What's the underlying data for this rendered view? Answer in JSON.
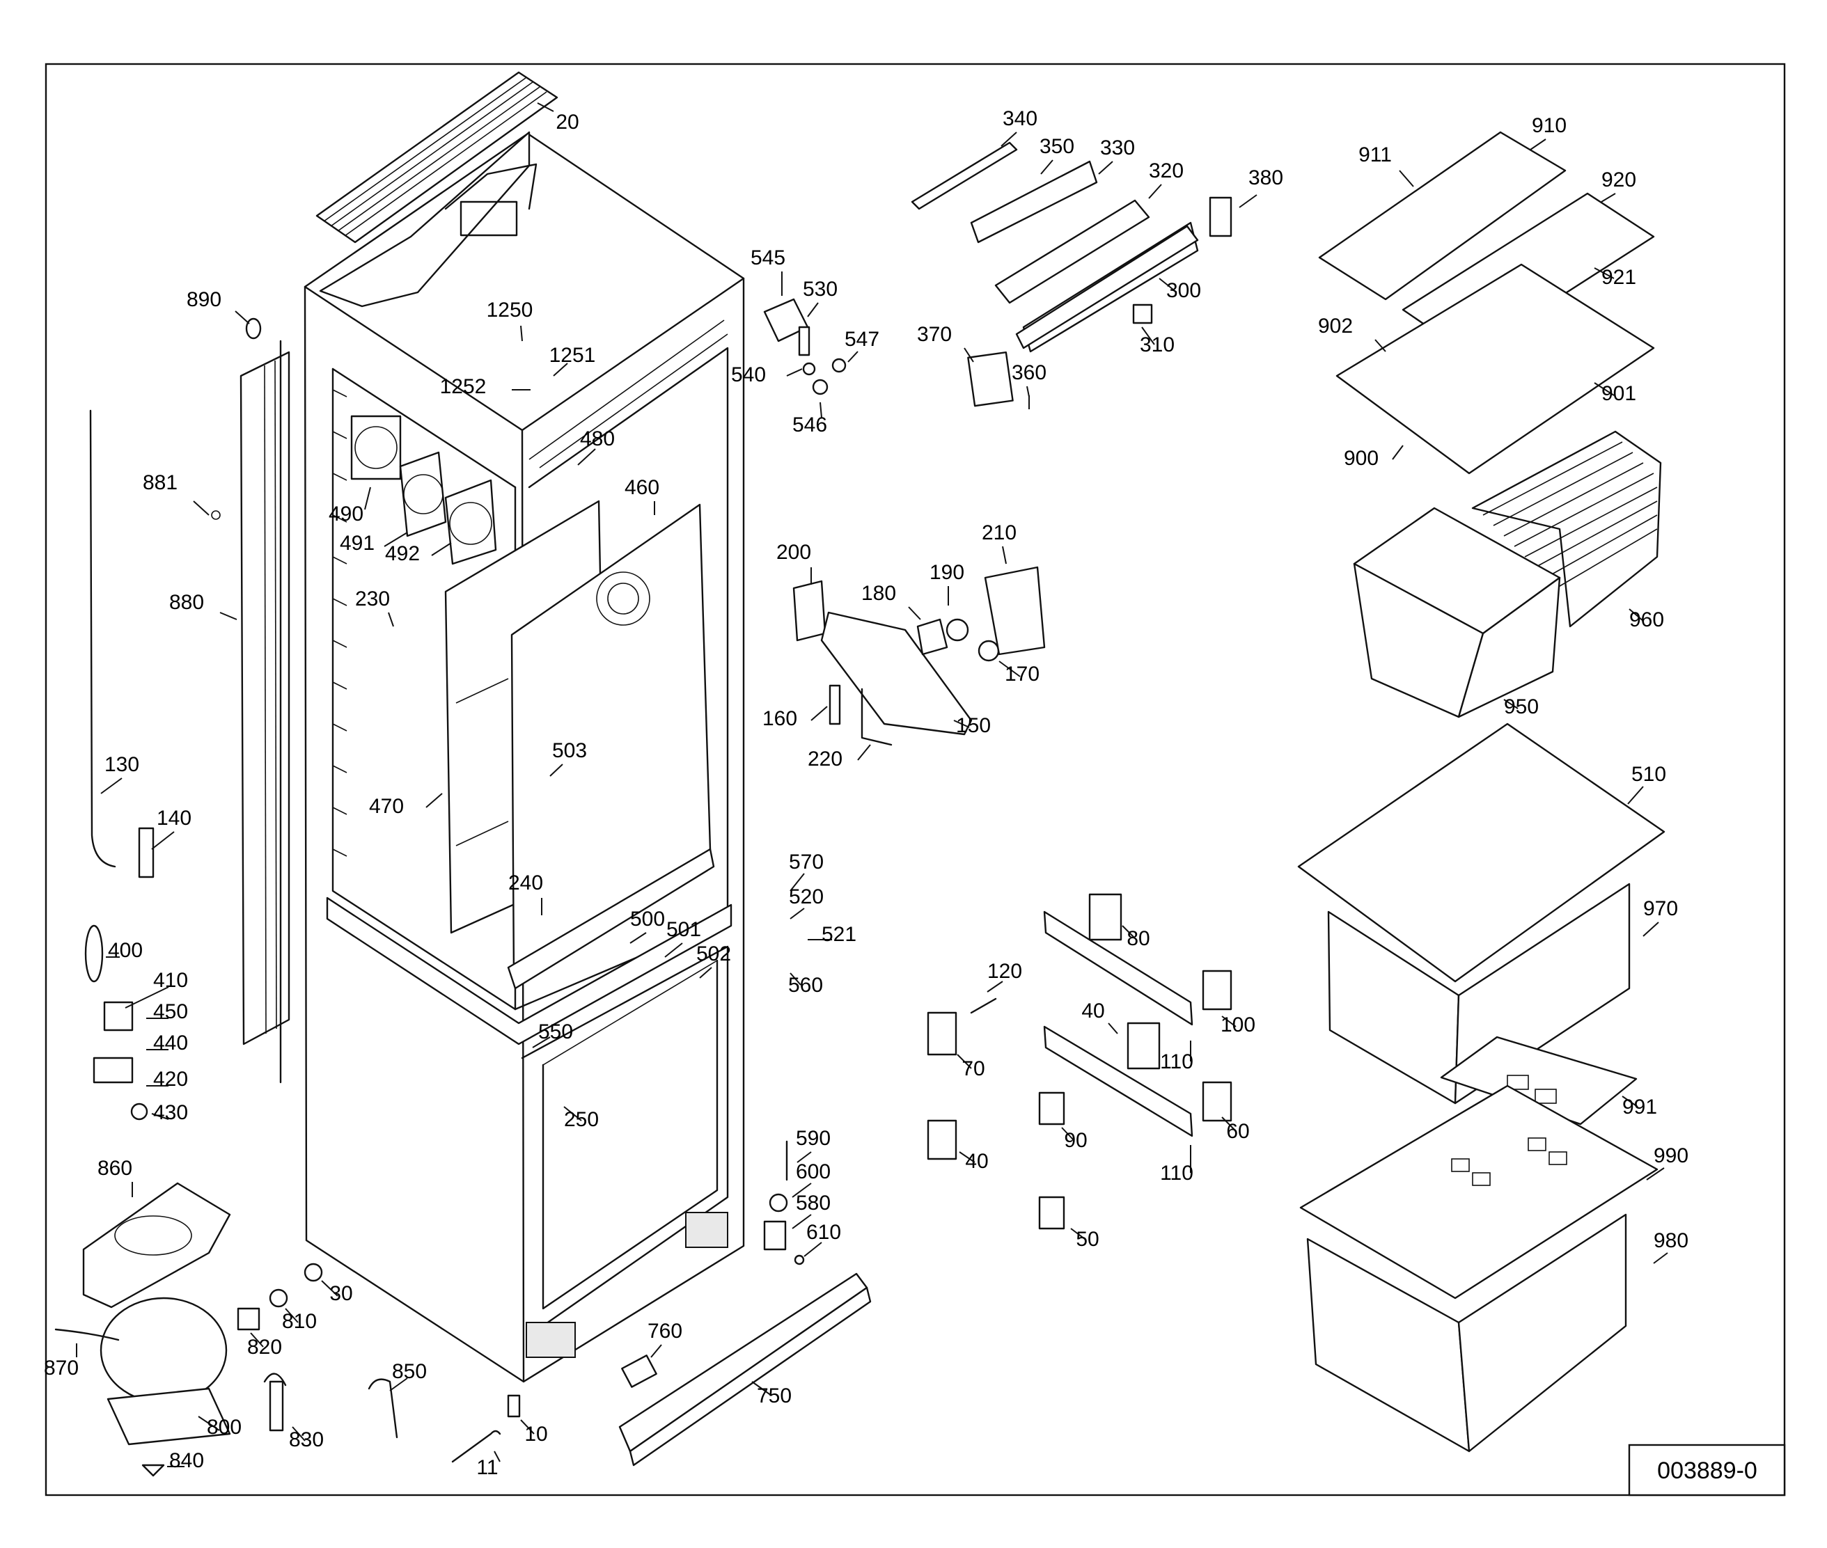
{
  "drawing_number": "003889-0",
  "callouts": [
    {
      "id": "20",
      "text": "20"
    },
    {
      "id": "1250",
      "text": "1250"
    },
    {
      "id": "1251",
      "text": "1251"
    },
    {
      "id": "1252",
      "text": "1252"
    },
    {
      "id": "890",
      "text": "890"
    },
    {
      "id": "881",
      "text": "881"
    },
    {
      "id": "880",
      "text": "880"
    },
    {
      "id": "130",
      "text": "130"
    },
    {
      "id": "140",
      "text": "140"
    },
    {
      "id": "400",
      "text": "400"
    },
    {
      "id": "410",
      "text": "410"
    },
    {
      "id": "450",
      "text": "450"
    },
    {
      "id": "440",
      "text": "440"
    },
    {
      "id": "420",
      "text": "420"
    },
    {
      "id": "430",
      "text": "430"
    },
    {
      "id": "860",
      "text": "860"
    },
    {
      "id": "870",
      "text": "870"
    },
    {
      "id": "800",
      "text": "800"
    },
    {
      "id": "840",
      "text": "840"
    },
    {
      "id": "830",
      "text": "830"
    },
    {
      "id": "820",
      "text": "820"
    },
    {
      "id": "810",
      "text": "810"
    },
    {
      "id": "30",
      "text": "30"
    },
    {
      "id": "850",
      "text": "850"
    },
    {
      "id": "10",
      "text": "10"
    },
    {
      "id": "11",
      "text": "11"
    },
    {
      "id": "490",
      "text": "490"
    },
    {
      "id": "491",
      "text": "491"
    },
    {
      "id": "492",
      "text": "492"
    },
    {
      "id": "480",
      "text": "480"
    },
    {
      "id": "460",
      "text": "460"
    },
    {
      "id": "230",
      "text": "230"
    },
    {
      "id": "470",
      "text": "470"
    },
    {
      "id": "503",
      "text": "503"
    },
    {
      "id": "240",
      "text": "240"
    },
    {
      "id": "500",
      "text": "500"
    },
    {
      "id": "501",
      "text": "501"
    },
    {
      "id": "502",
      "text": "502"
    },
    {
      "id": "550",
      "text": "550"
    },
    {
      "id": "250",
      "text": "250"
    },
    {
      "id": "545",
      "text": "545"
    },
    {
      "id": "530",
      "text": "530"
    },
    {
      "id": "547",
      "text": "547"
    },
    {
      "id": "540",
      "text": "540"
    },
    {
      "id": "546",
      "text": "546"
    },
    {
      "id": "570",
      "text": "570"
    },
    {
      "id": "520",
      "text": "520"
    },
    {
      "id": "521",
      "text": "521"
    },
    {
      "id": "560",
      "text": "560"
    },
    {
      "id": "590",
      "text": "590"
    },
    {
      "id": "600",
      "text": "600"
    },
    {
      "id": "580",
      "text": "580"
    },
    {
      "id": "610",
      "text": "610"
    },
    {
      "id": "760",
      "text": "760"
    },
    {
      "id": "750",
      "text": "750"
    },
    {
      "id": "340",
      "text": "340"
    },
    {
      "id": "350",
      "text": "350"
    },
    {
      "id": "330",
      "text": "330"
    },
    {
      "id": "320",
      "text": "320"
    },
    {
      "id": "380",
      "text": "380"
    },
    {
      "id": "300",
      "text": "300"
    },
    {
      "id": "310",
      "text": "310"
    },
    {
      "id": "370",
      "text": "370"
    },
    {
      "id": "360",
      "text": "360"
    },
    {
      "id": "200",
      "text": "200"
    },
    {
      "id": "210",
      "text": "210"
    },
    {
      "id": "190",
      "text": "190"
    },
    {
      "id": "180",
      "text": "180"
    },
    {
      "id": "170",
      "text": "170"
    },
    {
      "id": "160",
      "text": "160"
    },
    {
      "id": "150",
      "text": "150"
    },
    {
      "id": "220",
      "text": "220"
    },
    {
      "id": "80",
      "text": "80"
    },
    {
      "id": "120",
      "text": "120"
    },
    {
      "id": "100",
      "text": "100"
    },
    {
      "id": "40a",
      "text": "40"
    },
    {
      "id": "70",
      "text": "70"
    },
    {
      "id": "110a",
      "text": "110"
    },
    {
      "id": "90",
      "text": "90"
    },
    {
      "id": "60",
      "text": "60"
    },
    {
      "id": "40b",
      "text": "40"
    },
    {
      "id": "110b",
      "text": "110"
    },
    {
      "id": "50",
      "text": "50"
    },
    {
      "id": "911",
      "text": "911"
    },
    {
      "id": "910",
      "text": "910"
    },
    {
      "id": "920",
      "text": "920"
    },
    {
      "id": "921",
      "text": "921"
    },
    {
      "id": "902",
      "text": "902"
    },
    {
      "id": "901",
      "text": "901"
    },
    {
      "id": "900",
      "text": "900"
    },
    {
      "id": "960",
      "text": "960"
    },
    {
      "id": "950",
      "text": "950"
    },
    {
      "id": "510",
      "text": "510"
    },
    {
      "id": "970",
      "text": "970"
    },
    {
      "id": "991",
      "text": "991"
    },
    {
      "id": "990",
      "text": "990"
    },
    {
      "id": "980",
      "text": "980"
    }
  ]
}
